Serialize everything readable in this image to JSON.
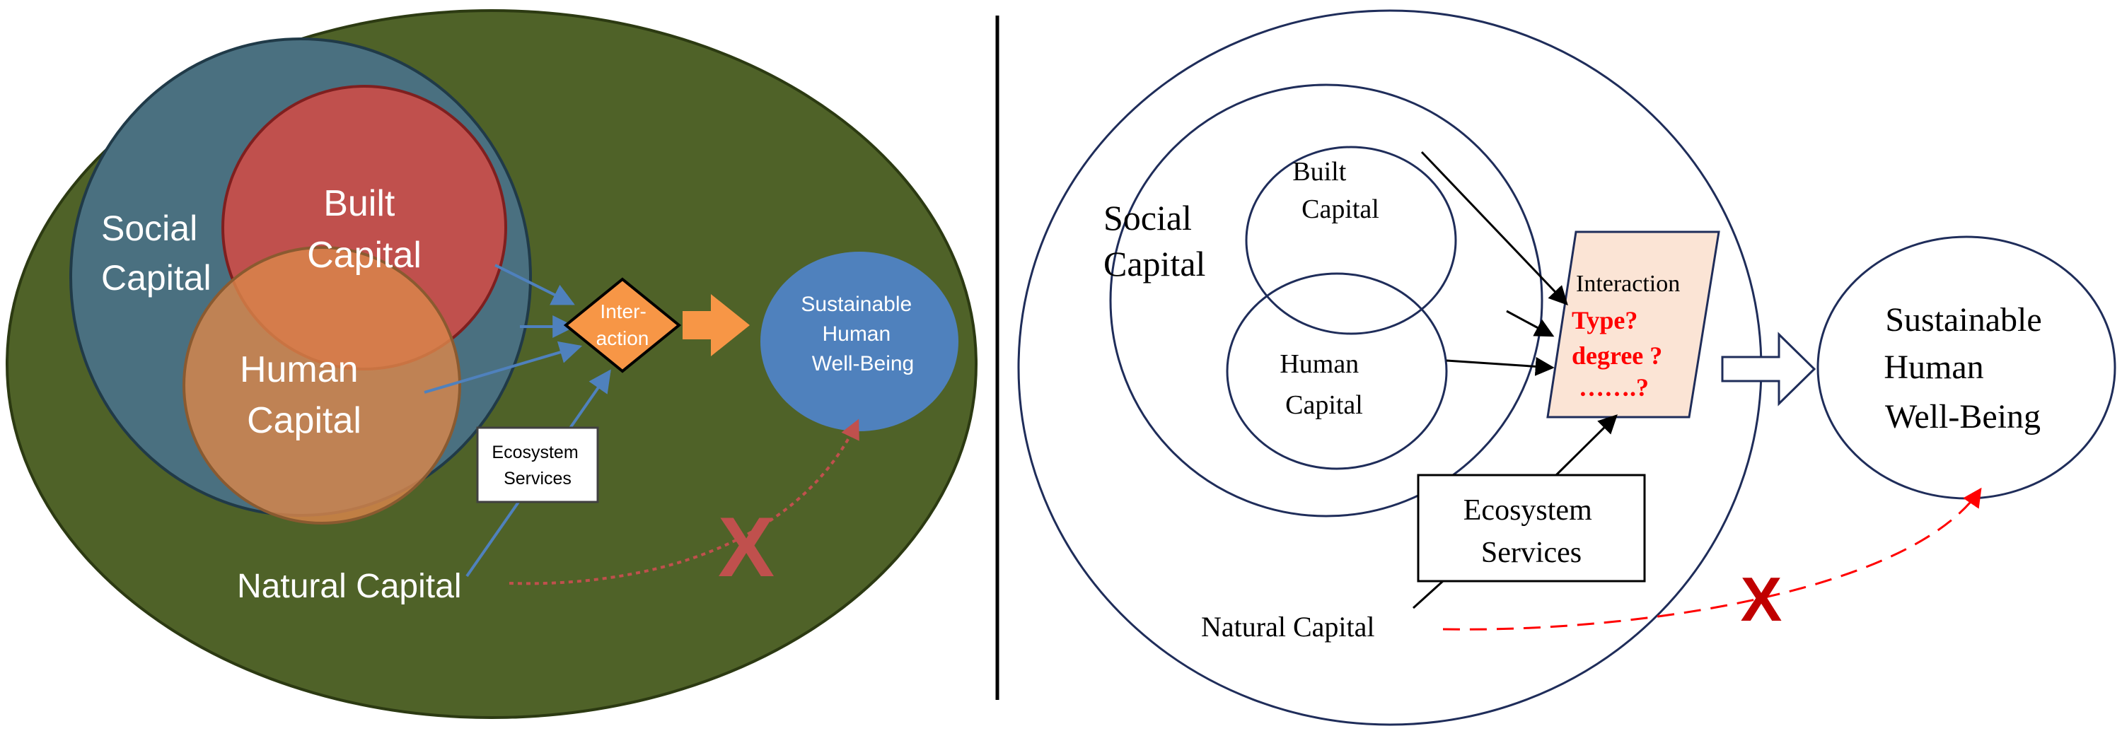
{
  "left_diagram": {
    "social_capital": [
      "Social",
      "Capital"
    ],
    "built_capital": [
      "Built",
      "Capital"
    ],
    "human_capital": [
      "Human",
      "Capital"
    ],
    "interaction": [
      "Inter-",
      "action"
    ],
    "wellbeing": [
      "Sustainable",
      "Human",
      "Well-Being"
    ],
    "ecosystem_services": [
      "Ecosystem",
      "Services"
    ],
    "natural_capital": "Natural Capital",
    "cross_mark": "X",
    "colors": {
      "natural": "#4f6228",
      "social": "#4a7080",
      "built": "#c0504d",
      "human": "#c07a50",
      "interaction": "#f79646",
      "wellbeing": "#4f81bd",
      "dashed_arrow": "#c0504d"
    }
  },
  "right_diagram": {
    "social_capital": [
      "Social",
      "Capital"
    ],
    "built_capital": [
      "Built",
      "Capital"
    ],
    "human_capital": [
      "Human",
      "Capital"
    ],
    "interaction_title": "Interaction",
    "interaction_questions": [
      "Type?",
      "degree ?",
      "…….?"
    ],
    "wellbeing": [
      "Sustainable",
      "Human",
      "Well-Being"
    ],
    "ecosystem_services": [
      "Ecosystem",
      "Services"
    ],
    "natural_capital": "Natural  Capital",
    "cross_mark": "X",
    "colors": {
      "outline": "#1f2d5a",
      "interaction_fill": "#fbe4d5",
      "question_text": "#ff0000",
      "dashed_arrow": "#ff0000"
    }
  }
}
